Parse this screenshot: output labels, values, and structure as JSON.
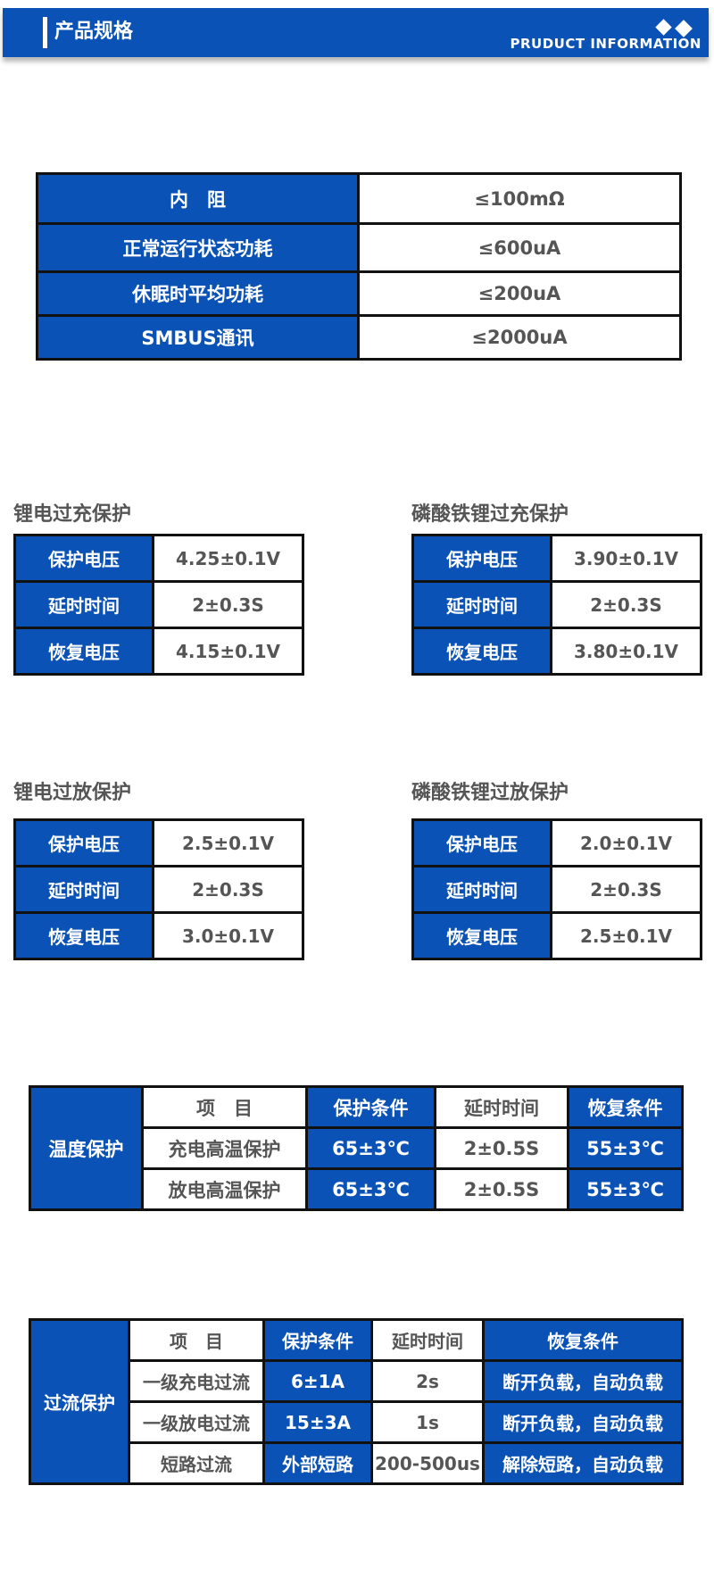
{
  "header": {
    "title": "产品规格",
    "subtitle": "PRUDUCT INFORMATION",
    "decoration": "two-diamonds-icon",
    "brand_color": "#0a52b5"
  },
  "spec_table": {
    "rows": [
      {
        "label": "内　阻",
        "value": "≤100mΩ"
      },
      {
        "label": "正常运行状态功耗",
        "value": "≤600uA"
      },
      {
        "label": "休眠时平均功耗",
        "value": "≤200uA"
      },
      {
        "label": "SMBUS通讯",
        "value": "≤2000uA"
      }
    ]
  },
  "li_overcharge": {
    "title": "锂电过充保护",
    "rows": [
      {
        "label": "保护电压",
        "value": "4.25±0.1V"
      },
      {
        "label": "延时时间",
        "value": "2±0.3S"
      },
      {
        "label": "恢复电压",
        "value": "4.15±0.1V"
      }
    ]
  },
  "lfp_overcharge": {
    "title": "磷酸铁锂过充保护",
    "rows": [
      {
        "label": "保护电压",
        "value": "3.90±0.1V"
      },
      {
        "label": "延时时间",
        "value": "2±0.3S"
      },
      {
        "label": "恢复电压",
        "value": "3.80±0.1V"
      }
    ]
  },
  "li_overdischarge": {
    "title": "锂电过放保护",
    "rows": [
      {
        "label": "保护电压",
        "value": "2.5±0.1V"
      },
      {
        "label": "延时时间",
        "value": "2±0.3S"
      },
      {
        "label": "恢复电压",
        "value": "3.0±0.1V"
      }
    ]
  },
  "lfp_overdischarge": {
    "title": "磷酸铁锂过放保护",
    "rows": [
      {
        "label": "保护电压",
        "value": "2.0±0.1V"
      },
      {
        "label": "延时时间",
        "value": "2±0.3S"
      },
      {
        "label": "恢复电压",
        "value": "2.5±0.1V"
      }
    ]
  },
  "temp_table": {
    "group": "温度保护",
    "headers": [
      "项　目",
      "保护条件",
      "延时时间",
      "恢复条件"
    ],
    "rows": [
      [
        "充电高温保护",
        "65±3℃",
        "2±0.5S",
        "55±3℃"
      ],
      [
        "放电高温保护",
        "65±3℃",
        "2±0.5S",
        "55±3℃"
      ]
    ]
  },
  "overcurrent_table": {
    "group": "过流保护",
    "headers": [
      "项　目",
      "保护条件",
      "延时时间",
      "恢复条件"
    ],
    "rows": [
      [
        "一级充电过流",
        "6±1A",
        "2s",
        "断开负载，自动负载"
      ],
      [
        "一级放电过流",
        "15±3A",
        "1s",
        "断开负载，自动负载"
      ],
      [
        "短路过流",
        "外部短路",
        "200-500us",
        "解除短路，自动负载"
      ]
    ]
  }
}
